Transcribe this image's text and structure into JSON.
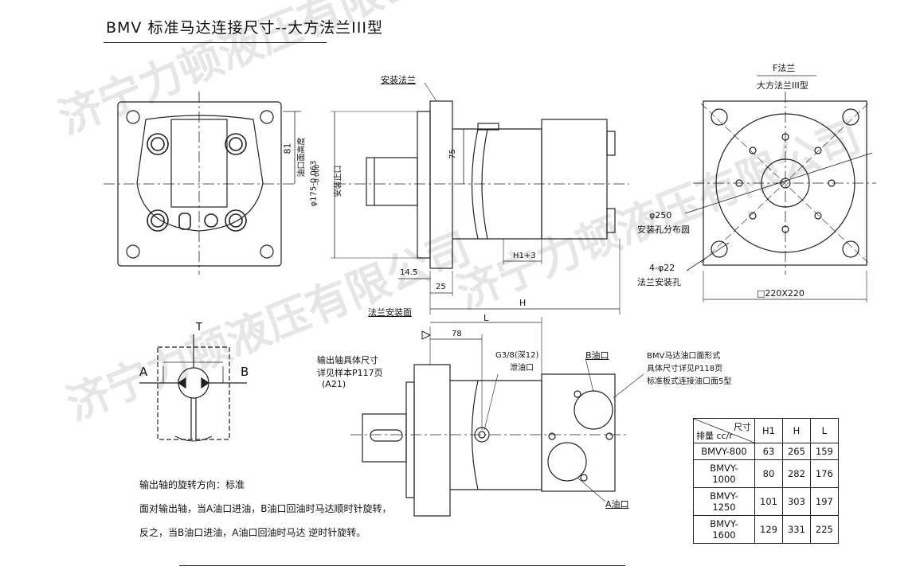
{
  "title": "BMV 标准马达连接尺寸--大方法兰III型",
  "watermark": "济宁力顿液压有限公司",
  "labels": {
    "mount_flange": "安装法兰",
    "dim_81": "81",
    "port_height": "油口面高度",
    "pilot_dia": "φ175-0.063",
    "pilot_tol": "-0.000",
    "pilot_name": "安装止口",
    "dim_75": "75",
    "dim_h1": "H1+3",
    "dim_14_5": "14.5",
    "dim_25": "25",
    "dim_H": "H",
    "flange_face": "法兰安装面",
    "dim_L": "L",
    "dim_78": "78",
    "f_flange": "F法兰",
    "flange_type": "大方法兰III型",
    "bolt_circle": "φ250",
    "bolt_circle_name": "安装孔分布圆",
    "holes": "4-φ22",
    "holes_name": "法兰安装孔",
    "square": "□220X220",
    "shaft_note_1": "输出轴具体尺寸",
    "shaft_note_2": "详见样本P117页",
    "shaft_note_3": "(A21)",
    "drain_1": "G3/8(深12)",
    "drain_2": "泄油口",
    "b_port": "B油口",
    "a_port": "A油口",
    "port_note_1": "BMV马达油口面形式",
    "port_note_2": "具体尺寸详见P118页",
    "port_note_3": "标准板式连接油口面5型",
    "sym_T": "T",
    "sym_A": "A",
    "sym_B": "B"
  },
  "notes": [
    "输出轴的旋转方向：标准",
    "面对输出轴，当A油口进油，B油口回油时马达顺时针旋转，",
    "反之，当B油口进油，A油口回油时马达 逆时针旋转。"
  ],
  "table": {
    "header_top": "尺寸",
    "header_bottom": "排量 cc/r",
    "cols": [
      "H1",
      "H",
      "L"
    ],
    "rows": [
      [
        "BMVY-800",
        "63",
        "265",
        "159"
      ],
      [
        "BMVY-1000",
        "80",
        "282",
        "176"
      ],
      [
        "BMVY-1250",
        "101",
        "303",
        "197"
      ],
      [
        "BMVY-1600",
        "129",
        "331",
        "225"
      ]
    ]
  }
}
